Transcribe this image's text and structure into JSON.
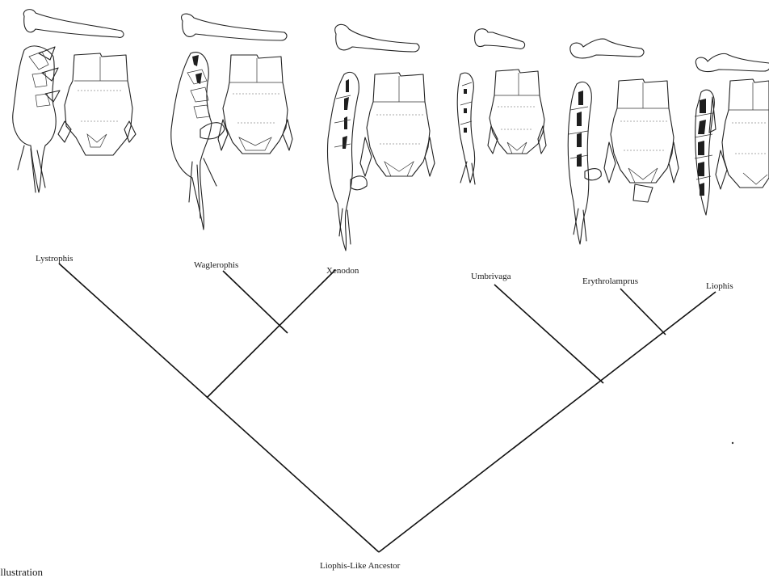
{
  "diagram": {
    "type": "cladogram",
    "root": {
      "label": "Liophis-Like Ancestor"
    },
    "taxa": [
      {
        "id": "lystrophis",
        "label": "Lystrophis"
      },
      {
        "id": "waglerophis",
        "label": "Waglerophis"
      },
      {
        "id": "xenodon",
        "label": "Xenodon"
      },
      {
        "id": "umbrivaga",
        "label": "Umbrivaga"
      },
      {
        "id": "erythrolamprus",
        "label": "Erythrolamprus"
      },
      {
        "id": "liophis",
        "label": "Liophis"
      }
    ],
    "tree": "(Lystrophis,(Waglerophis,Xenodon)),(Umbrivaga,(Erythrolamprus,Liophis))",
    "caption_fragment": "Illustration"
  }
}
